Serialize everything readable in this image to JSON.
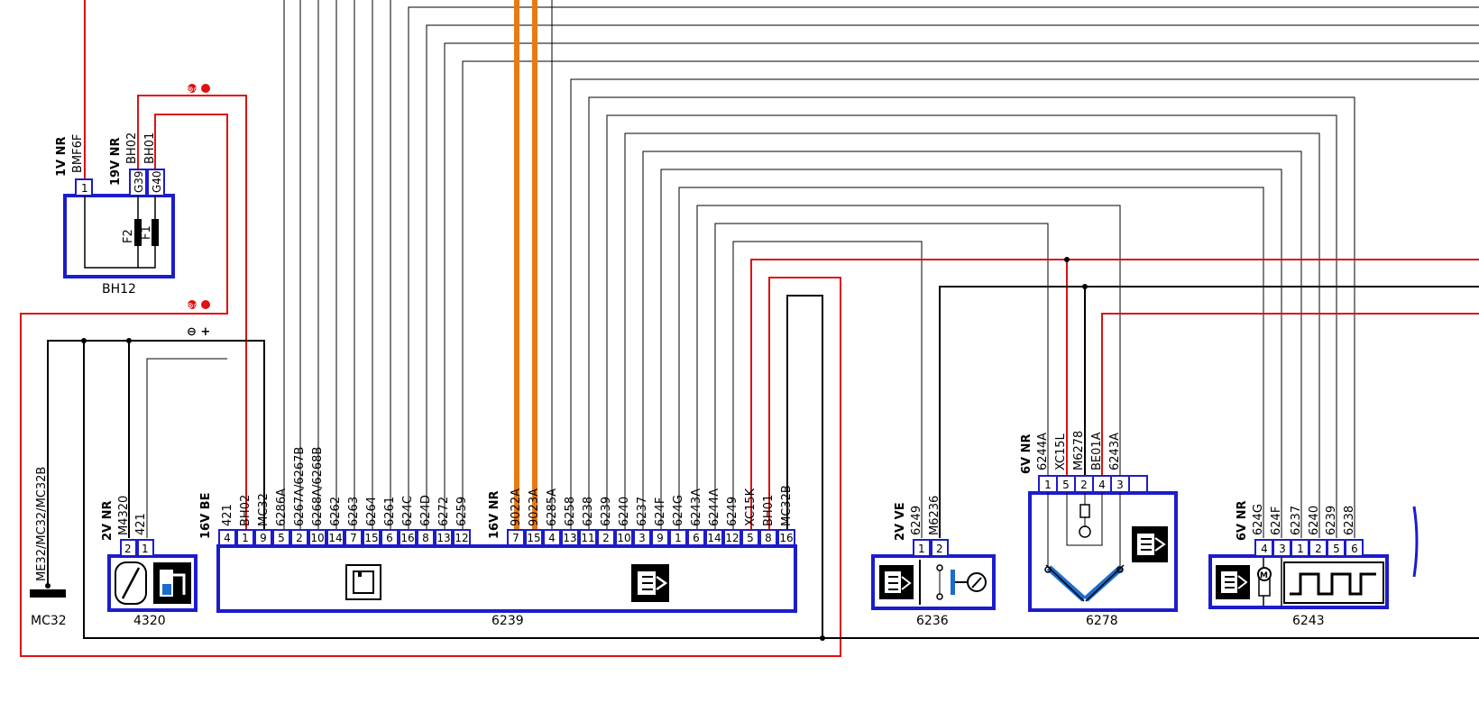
{
  "connectors": {
    "bh12": {
      "title": "BH12",
      "pins": [
        "1",
        "G39",
        "G40"
      ],
      "head_specs": [
        "1V NR",
        "19V NR"
      ],
      "wires": [
        "BMF6F",
        "BH02",
        "BH01"
      ],
      "fuses": [
        "F2",
        "F1"
      ]
    },
    "c4320": {
      "title": "4320",
      "pins": [
        "2",
        "1"
      ],
      "head_spec": "2V NR",
      "wires": [
        "M4320",
        "421"
      ]
    },
    "c6239": {
      "title": "6239",
      "spec_left": "16V BE",
      "spec_right": "16V NR",
      "pins": [
        "4",
        "1",
        "9",
        "5",
        "2",
        "10",
        "14",
        "7",
        "15",
        "6",
        "16",
        "8",
        "13",
        "12",
        "7",
        "15",
        "4",
        "13",
        "11",
        "2",
        "10",
        "3",
        "9",
        "1",
        "6",
        "14",
        "12",
        "5",
        "8",
        "16"
      ],
      "wires": [
        "421",
        "BH02",
        "MC32",
        "6286A",
        "6267A/6267B",
        "6268A/6268B",
        "6262",
        "6263",
        "6264",
        "6261",
        "624C",
        "624D",
        "6272",
        "6259",
        "9022A",
        "9023A",
        "6285A",
        "6258",
        "6238",
        "6239",
        "6240",
        "6237",
        "624F",
        "624G",
        "6243A",
        "6244A",
        "6249",
        "XC15K",
        "BH01",
        "MC32B"
      ]
    },
    "c6236": {
      "title": "6236",
      "head_spec": "2V VE",
      "pins": [
        "1",
        "2"
      ],
      "wires": [
        "6249",
        "M6236"
      ]
    },
    "c6278": {
      "title": "6278",
      "head_spec": "6V NR",
      "pins": [
        "1",
        "5",
        "2",
        "4",
        "3",
        ""
      ],
      "wires": [
        "6244A",
        "XC15L",
        "M6278",
        "BE01A",
        "6243A"
      ]
    },
    "c6243": {
      "title": "6243",
      "head_spec": "6V NR",
      "pins": [
        "4",
        "3",
        "1",
        "2",
        "5",
        "6"
      ],
      "wires": [
        "624G",
        "624F",
        "6237",
        "6240",
        "6239",
        "6238"
      ]
    },
    "mc32": {
      "title": "MC32",
      "wire": "ME32/MC32/MC32B"
    }
  },
  "marks": {
    "fuse_mark_1": "⊗⊗",
    "fuse_mark_2": "⊗⊗",
    "polarity": "⊖ +"
  },
  "colors": {
    "connector_blue": "#1c1ccc",
    "wire_red": "#dd1111",
    "wire_orange": "#e87a14",
    "wire_black": "#000000"
  }
}
